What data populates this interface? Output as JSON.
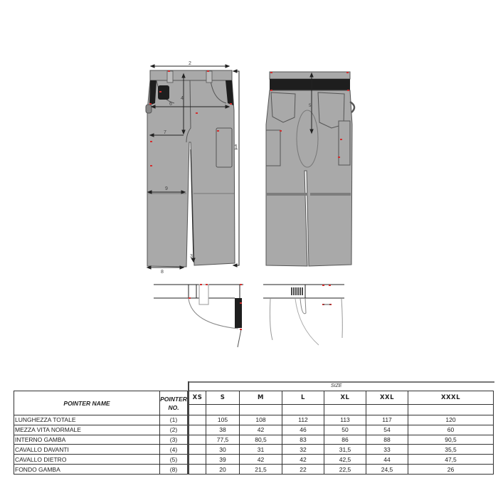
{
  "diagram": {
    "front_labels": [
      "2",
      "4",
      "6",
      "7",
      "9",
      "3",
      "8",
      "1"
    ],
    "back_labels": [
      "5"
    ],
    "colors": {
      "fabric": "#a9a9a9",
      "fabric_dark": "#7d7d7d",
      "outline": "#555555",
      "accent": "#1e1e1e",
      "marker": "#d32f2f"
    }
  },
  "table": {
    "size_caption": "SIZE",
    "header": {
      "pointer_name": "POINTER NAME",
      "pointer_no_line1": "POINTER",
      "pointer_no_line2": "NO.",
      "sizes": [
        "XS",
        "S",
        "M",
        "L",
        "XL",
        "XXL",
        "XXXL"
      ]
    },
    "rows": [
      {
        "name": "LUNGHEZZA TOTALE",
        "no": "(1)",
        "values": [
          "",
          "105",
          "108",
          "112",
          "113",
          "117",
          "120"
        ]
      },
      {
        "name": "MEZZA VITA NORMALE",
        "no": "(2)",
        "values": [
          "",
          "38",
          "42",
          "46",
          "50",
          "54",
          "60"
        ]
      },
      {
        "name": "INTERNO GAMBA",
        "no": "(3)",
        "values": [
          "",
          "77,5",
          "80,5",
          "83",
          "86",
          "88",
          "90,5"
        ]
      },
      {
        "name": "CAVALLO DAVANTI",
        "no": "(4)",
        "values": [
          "",
          "30",
          "31",
          "32",
          "31,5",
          "33",
          "35,5"
        ]
      },
      {
        "name": "CAVALLO DIETRO",
        "no": "(5)",
        "values": [
          "",
          "39",
          "42",
          "42",
          "42,5",
          "44",
          "47,5"
        ]
      },
      {
        "name": "FONDO GAMBA",
        "no": "(8)",
        "values": [
          "",
          "20",
          "21,5",
          "22",
          "22,5",
          "24,5",
          "26"
        ]
      }
    ]
  }
}
